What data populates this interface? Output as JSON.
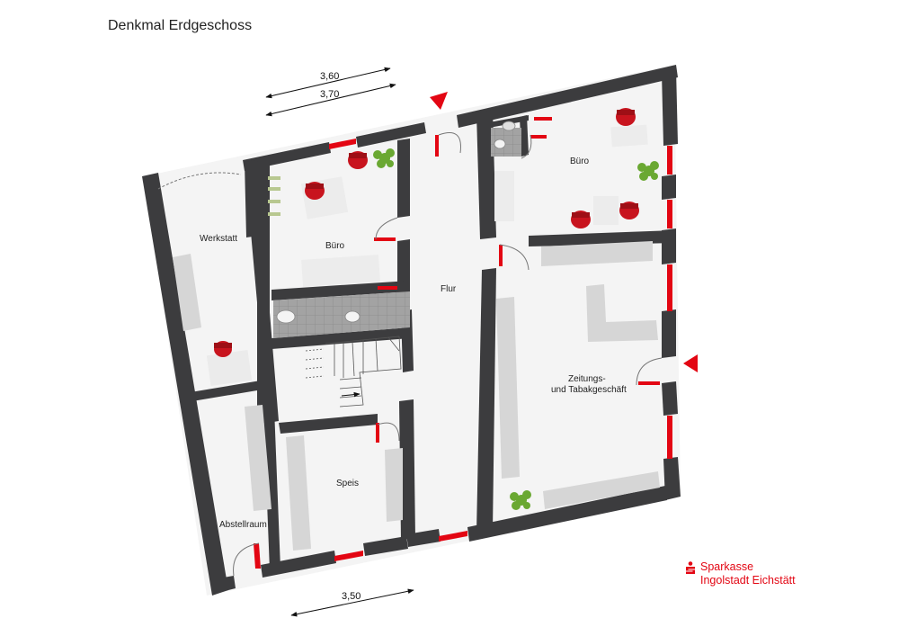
{
  "title": "Denkmal Erdgeschoss",
  "rooms": {
    "werkstatt": "Werkstatt",
    "buero_left": "Büro",
    "buero_right": "Büro",
    "flur": "Flur",
    "speis": "Speis",
    "abstellraum": "Abstellraum",
    "geschaeft_line1": "Zeitungs-",
    "geschaeft_line2": "und Tabakgeschäft"
  },
  "dimensions": {
    "top_1": "3,60",
    "top_2": "3,70",
    "bottom": "3,50"
  },
  "brand": {
    "line1": "Sparkasse",
    "line2": "Ingolstadt Eichstätt",
    "color": "#e30613"
  },
  "colors": {
    "wall": "#3c3c3e",
    "floor": "#f4f4f4",
    "window": "#e30613",
    "furniture": "#d6d6d6",
    "chair": "#c8141e",
    "tile": "#9a9a9a"
  },
  "icons": [
    "entrance-arrow-icon",
    "plant-icon",
    "chair-icon",
    "toilet-icon",
    "sink-icon",
    "sparkasse-logo-icon"
  ]
}
